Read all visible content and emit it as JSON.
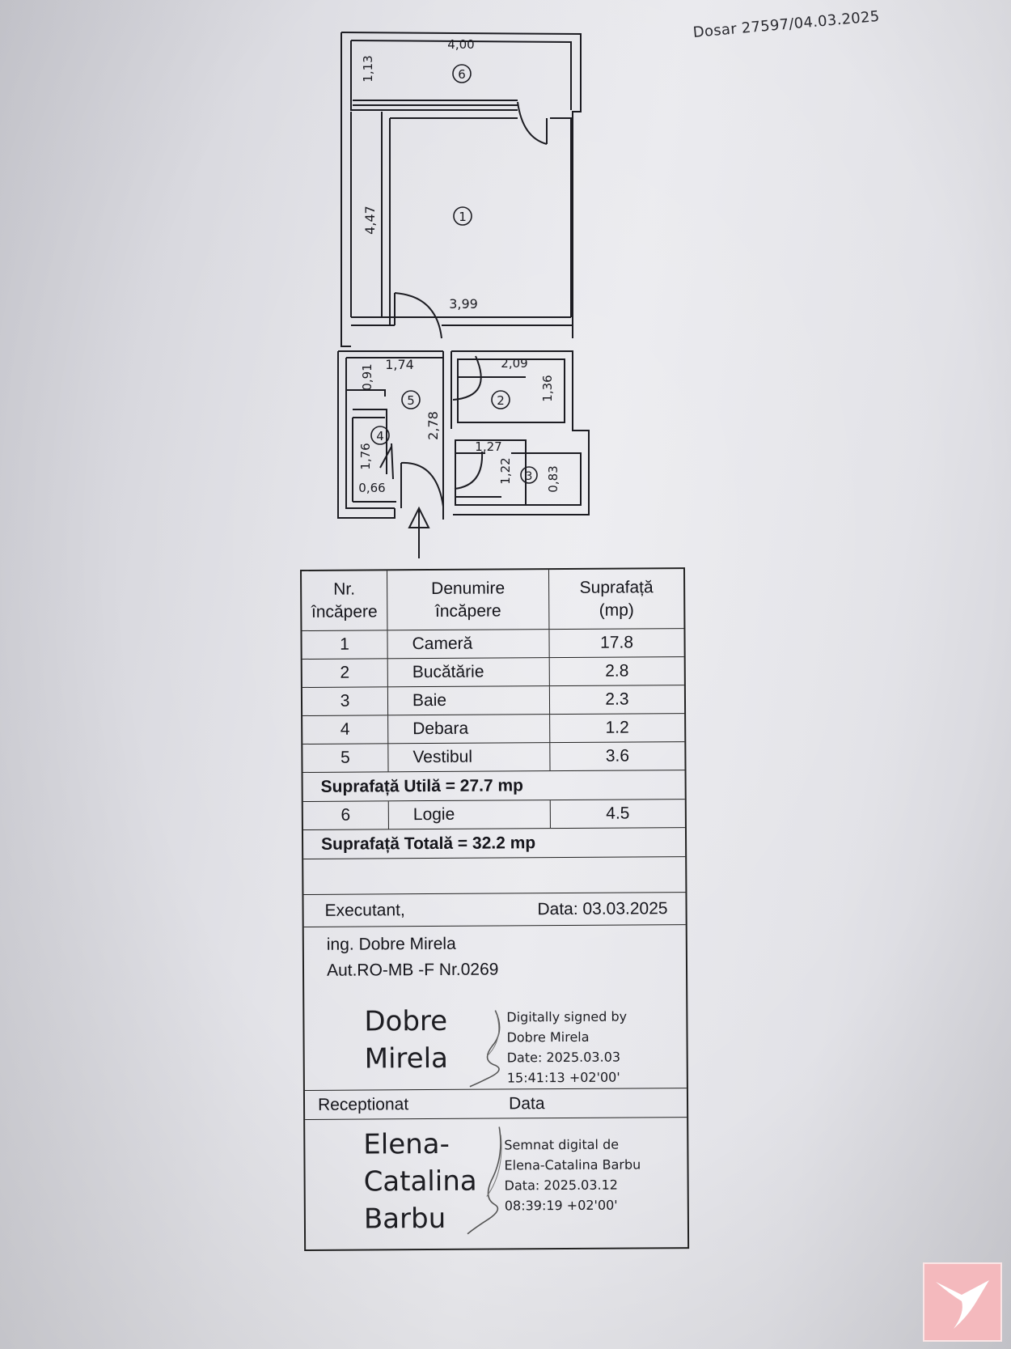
{
  "header": {
    "dosar": "Dosar 27597/04.03.2025"
  },
  "plan": {
    "dimensions": {
      "logia_width": "4,00",
      "logia_depth": "1,13",
      "room1_length": "4,47",
      "room1_width": "3,99",
      "vestibul_width": "1,74",
      "vestibul_small": "0,91",
      "vestibul_length": "2,78",
      "kitchen_width": "2,09",
      "kitchen_depth": "1,36",
      "bath_width": "1,27",
      "bath_depth": "1,22",
      "bath_small": "0,83",
      "closet_length": "1,76",
      "closet_width": "0,66"
    },
    "labels": {
      "r1": "1",
      "r2": "2",
      "r3": "3",
      "r4": "4",
      "r5": "5",
      "r6": "6"
    }
  },
  "table": {
    "headers": {
      "nr_line1": "Nr.",
      "nr_line2": "încăpere",
      "name_line1": "Denumire",
      "name_line2": "încăpere",
      "area_line1": "Suprafață",
      "area_line2": "(mp)"
    },
    "rows": [
      {
        "nr": "1",
        "name": "Cameră",
        "area": "17.8"
      },
      {
        "nr": "2",
        "name": "Bucătărie",
        "area": "2.8"
      },
      {
        "nr": "3",
        "name": "Baie",
        "area": "2.3"
      },
      {
        "nr": "4",
        "name": "Debara",
        "area": "1.2"
      },
      {
        "nr": "5",
        "name": "Vestibul",
        "area": "3.6"
      }
    ],
    "useful_total": "Suprafață Utilă  = 27.7 mp",
    "logia": {
      "nr": "6",
      "name": "Logie",
      "area": "4.5"
    },
    "grand_total": "Suprafață Totală  = 32.2 mp",
    "executant": {
      "label": "Executant,",
      "date": "Data: 03.03.2025",
      "name": "ing. Dobre Mirela",
      "auth": "Aut.RO-MB -F Nr.0269",
      "sig_first": "Dobre",
      "sig_last": "Mirela",
      "digital": [
        "Digitally signed by",
        "Dobre Mirela",
        "Date: 2025.03.03",
        "15:41:13 +02'00'"
      ]
    },
    "receptionat": {
      "label": "Receptionat",
      "date_label": "Data",
      "sig_lines": [
        "Elena-",
        "Catalina",
        "Barbu"
      ],
      "digital": [
        "Semnat digital de",
        "Elena-Catalina Barbu",
        "Data: 2025.03.12",
        "08:39:19 +02'00'"
      ]
    }
  },
  "colors": {
    "ink": "#16161c",
    "paper": "#e6e6eb",
    "logo": "#f4b9bd"
  }
}
